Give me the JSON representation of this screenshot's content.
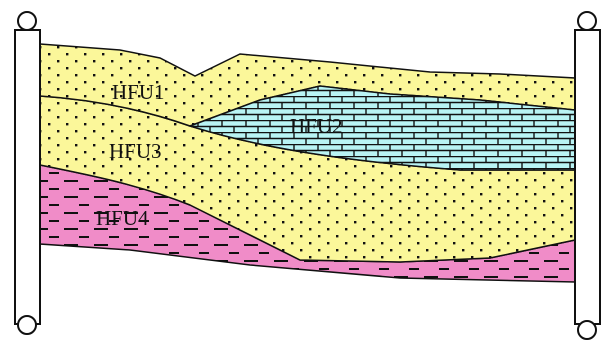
{
  "diagram": {
    "units": [
      {
        "id": "hfu1",
        "label": "HFU1",
        "fill": "#fbf79a",
        "pattern": "dots"
      },
      {
        "id": "hfu2",
        "label": "HFU2",
        "fill": "#b9f4f4",
        "pattern": "bricks"
      },
      {
        "id": "hfu3",
        "label": "HFU3",
        "fill": "#fbf79a",
        "pattern": "dots"
      },
      {
        "id": "hfu4",
        "label": "HFU4",
        "fill": "#f08cc8",
        "pattern": "dashes"
      }
    ],
    "wells": [
      {
        "id": "left-well",
        "name": ""
      },
      {
        "id": "right-well",
        "name": ""
      }
    ]
  }
}
